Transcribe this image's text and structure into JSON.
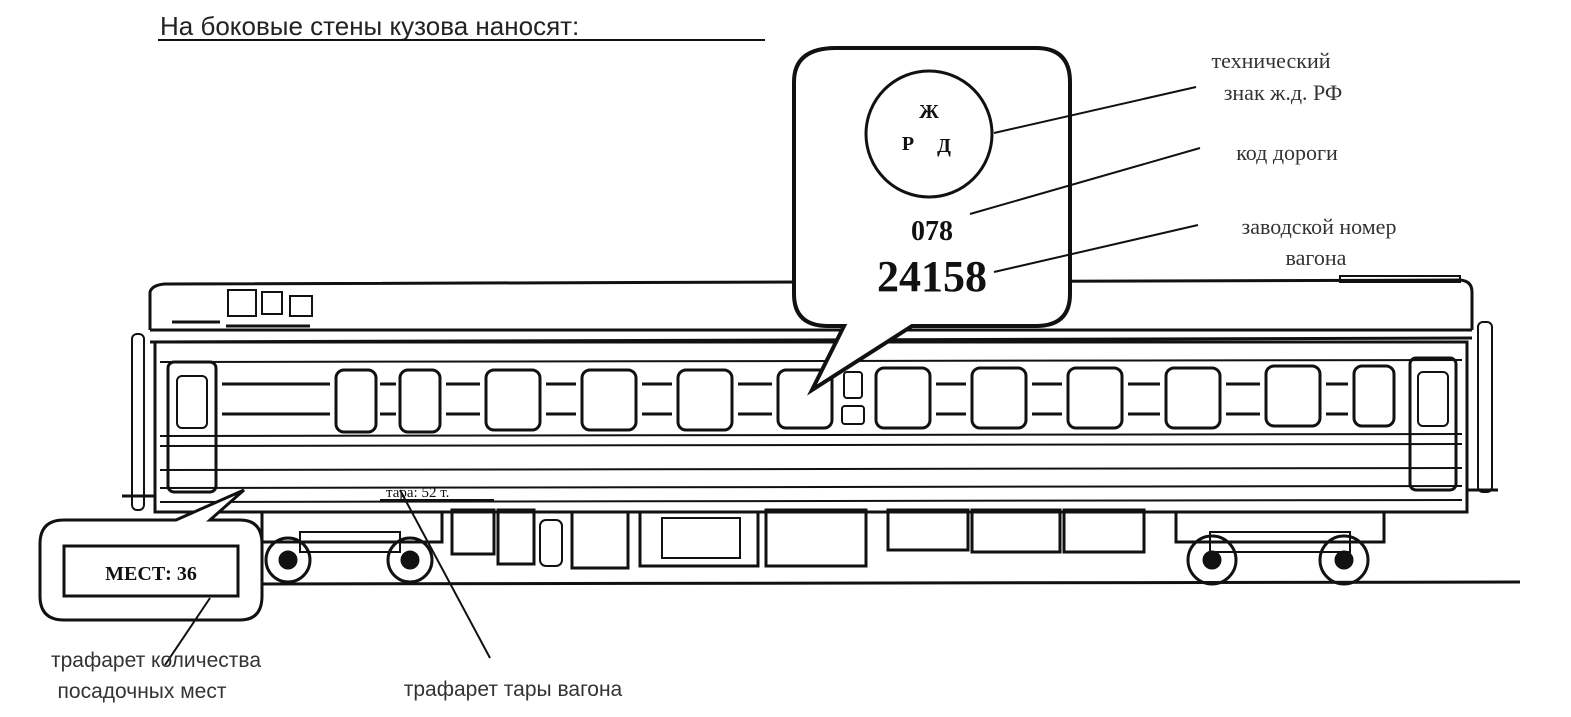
{
  "heading": "На боковые стены кузова наносят:",
  "emblem": {
    "letter_top": "Ж",
    "letter_left": "Р",
    "letter_right": "Д"
  },
  "road_code": "078",
  "car_number": "24158",
  "tare_marking": "тара:  52 т.",
  "seats_marking": "МЕСТ: 36",
  "labels": {
    "emblem_line1": "технический",
    "emblem_line2": "знак ж.д. РФ",
    "road_code": "код дороги",
    "car_number_line1": "заводской номер",
    "car_number_line2": "вагона",
    "seats_line1": "трафарет количества",
    "seats_line2": "посадочных мест",
    "tare": "трафарет тары вагона"
  },
  "colors": {
    "ink": "#111111",
    "label": "#333333"
  }
}
